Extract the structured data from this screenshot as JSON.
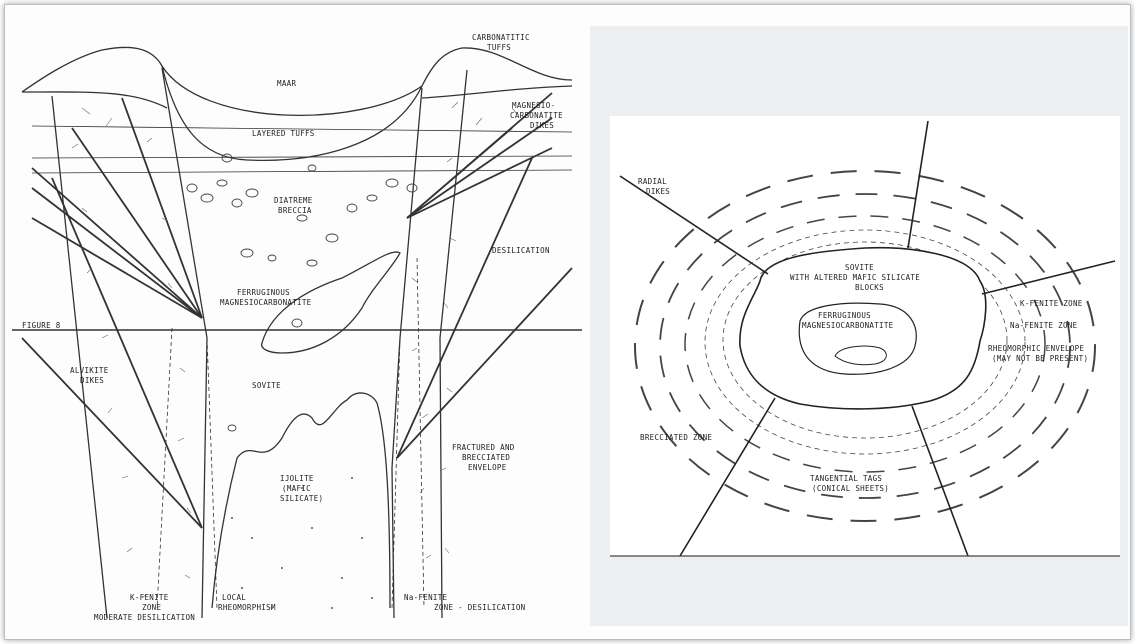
{
  "left_diagram": {
    "labels": {
      "maar": "MAAR",
      "carbonatitic_tuffs_1": "CARBONATITIC",
      "carbonatitic_tuffs_2": "TUFFS",
      "magnesio_1": "MAGNESIO-",
      "magnesio_2": "CARBONATITE",
      "magnesio_3": "DIKES",
      "layered_tuffs": "LAYERED    TUFFS",
      "diatreme_1": "DIATREME",
      "diatreme_2": "BRECCIA",
      "desilication": "DESILICATION",
      "ferruginous_1": "FERRUGINOUS",
      "ferruginous_2": "MAGNESIOCARBONATITE",
      "figure_ref": "FIGURE 8",
      "alvikite_1": "ALVIKITE",
      "alvikite_2": "DIKES",
      "sovite": "SOVITE",
      "fractured_1": "FRACTURED AND",
      "fractured_2": "BRECCIATED",
      "fractured_3": "ENVELOPE",
      "ijolite_1": "IJOLITE",
      "ijolite_2": "(MAFIC",
      "ijolite_3": "SILICATE)",
      "kfenite_1": "K-FENITE",
      "kfenite_2": "ZONE",
      "kfenite_3": "MODERATE DESILICATION",
      "local_1": "LOCAL",
      "local_2": "RHEOMORPHISM",
      "nafenite": "Na-FENITE",
      "nafenite_2": "ZONE - DESILICATION"
    }
  },
  "right_diagram": {
    "labels": {
      "radial_1": "RADIAL",
      "radial_2": "DIKES",
      "sovite_1": "SOVITE",
      "sovite_2": "WITH ALTERED MAFIC SILICATE",
      "sovite_3": "BLOCKS",
      "ferruginous_1": "FERRUGINOUS",
      "ferruginous_2": "MAGNESIOCARBONATITE",
      "kfenite": "K-FENITE ZONE",
      "nafenite": "Na-FENITE ZONE",
      "rheo_1": "RHEOMORPHIC ENVELOPE",
      "rheo_2": "(MAY NOT BE PRESENT)",
      "brecciated": "BRECCIATED ZONE",
      "tangential_1": "TANGENTIAL TAGS",
      "tangential_2": "(CONICAL SHEETS)"
    }
  }
}
